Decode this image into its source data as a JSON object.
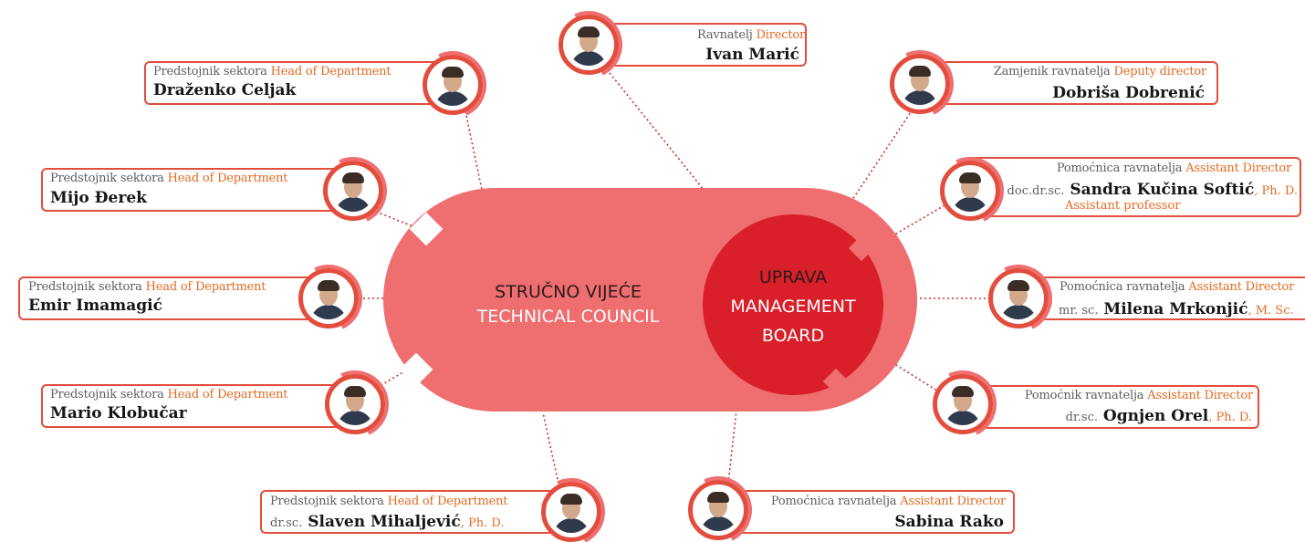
{
  "colors": {
    "accent": "#e34d3d",
    "pill": "#ef6e70",
    "board": "#d91f2a",
    "role_en": "#e36a22"
  },
  "council": {
    "line1": "STRUČNO VIJEĆE",
    "line2": "TECHNICAL COUNCIL"
  },
  "board": {
    "line1": "UPRAVA",
    "line2": "MANAGEMENT",
    "line3": "BOARD"
  },
  "people": [
    {
      "id": "ivan-maric",
      "role_hr": "Ravnatelj",
      "role_en": "Director",
      "title_pre": "",
      "name": "Ivan Marić",
      "title_post": "",
      "note": "",
      "icon": "person-photo-icon"
    },
    {
      "id": "dobrisa-dobrenic",
      "role_hr": "Zamjenik ravnatelja",
      "role_en": "Deputy director",
      "title_pre": "",
      "name": "Dobriša Dobrenić",
      "title_post": "",
      "note": "",
      "icon": "person-photo-icon"
    },
    {
      "id": "sandra-kucina-softic",
      "role_hr": "Pomoćnica ravnatelja",
      "role_en": "Assistant Director",
      "title_pre": "doc.dr.sc.",
      "name": "Sandra Kučina Softić",
      "title_post": ", Ph. D.",
      "note": "Assistant professor",
      "icon": "person-photo-icon"
    },
    {
      "id": "milena-mrkonjic",
      "role_hr": "Pomoćnica ravnatelja",
      "role_en": "Assistant Director",
      "title_pre": "mr. sc.",
      "name": "Milena Mrkonjić",
      "title_post": ", M. Sc.",
      "note": "",
      "icon": "person-photo-icon"
    },
    {
      "id": "ognjen-orel",
      "role_hr": "Pomoćnik ravnatelja",
      "role_en": "Assistant Director",
      "title_pre": "dr.sc.",
      "name": "Ognjen Orel",
      "title_post": ", Ph. D.",
      "note": "",
      "icon": "person-photo-icon"
    },
    {
      "id": "sabina-rako",
      "role_hr": "Pomoćnica ravnatelja",
      "role_en": "Assistant Director",
      "title_pre": "",
      "name": "Sabina Rako",
      "title_post": "",
      "note": "",
      "icon": "person-photo-icon"
    },
    {
      "id": "drazenko-celjak",
      "role_hr": "Predstojnik sektora",
      "role_en": "Head of Department",
      "title_pre": "",
      "name": "Draženko Celjak",
      "title_post": "",
      "note": "",
      "icon": "person-photo-icon"
    },
    {
      "id": "mijo-derek",
      "role_hr": "Predstojnik sektora",
      "role_en": "Head of Department",
      "title_pre": "",
      "name": "Mijo Đerek",
      "title_post": "",
      "note": "",
      "icon": "person-photo-icon"
    },
    {
      "id": "emir-imamagic",
      "role_hr": "Predstojnik sektora",
      "role_en": "Head of Department",
      "title_pre": "",
      "name": "Emir Imamagić",
      "title_post": "",
      "note": "",
      "icon": "person-photo-icon"
    },
    {
      "id": "mario-klobucar",
      "role_hr": "Predstojnik sektora",
      "role_en": "Head of Department",
      "title_pre": "",
      "name": "Mario Klobučar",
      "title_post": "",
      "note": "",
      "icon": "person-photo-icon"
    },
    {
      "id": "slaven-mihaljevic",
      "role_hr": "Predstojnik sektora",
      "role_en": "Head of Department",
      "title_pre": "dr.sc.",
      "name": "Slaven Mihaljević",
      "title_post": ", Ph. D.",
      "note": "",
      "icon": "person-photo-icon"
    }
  ]
}
